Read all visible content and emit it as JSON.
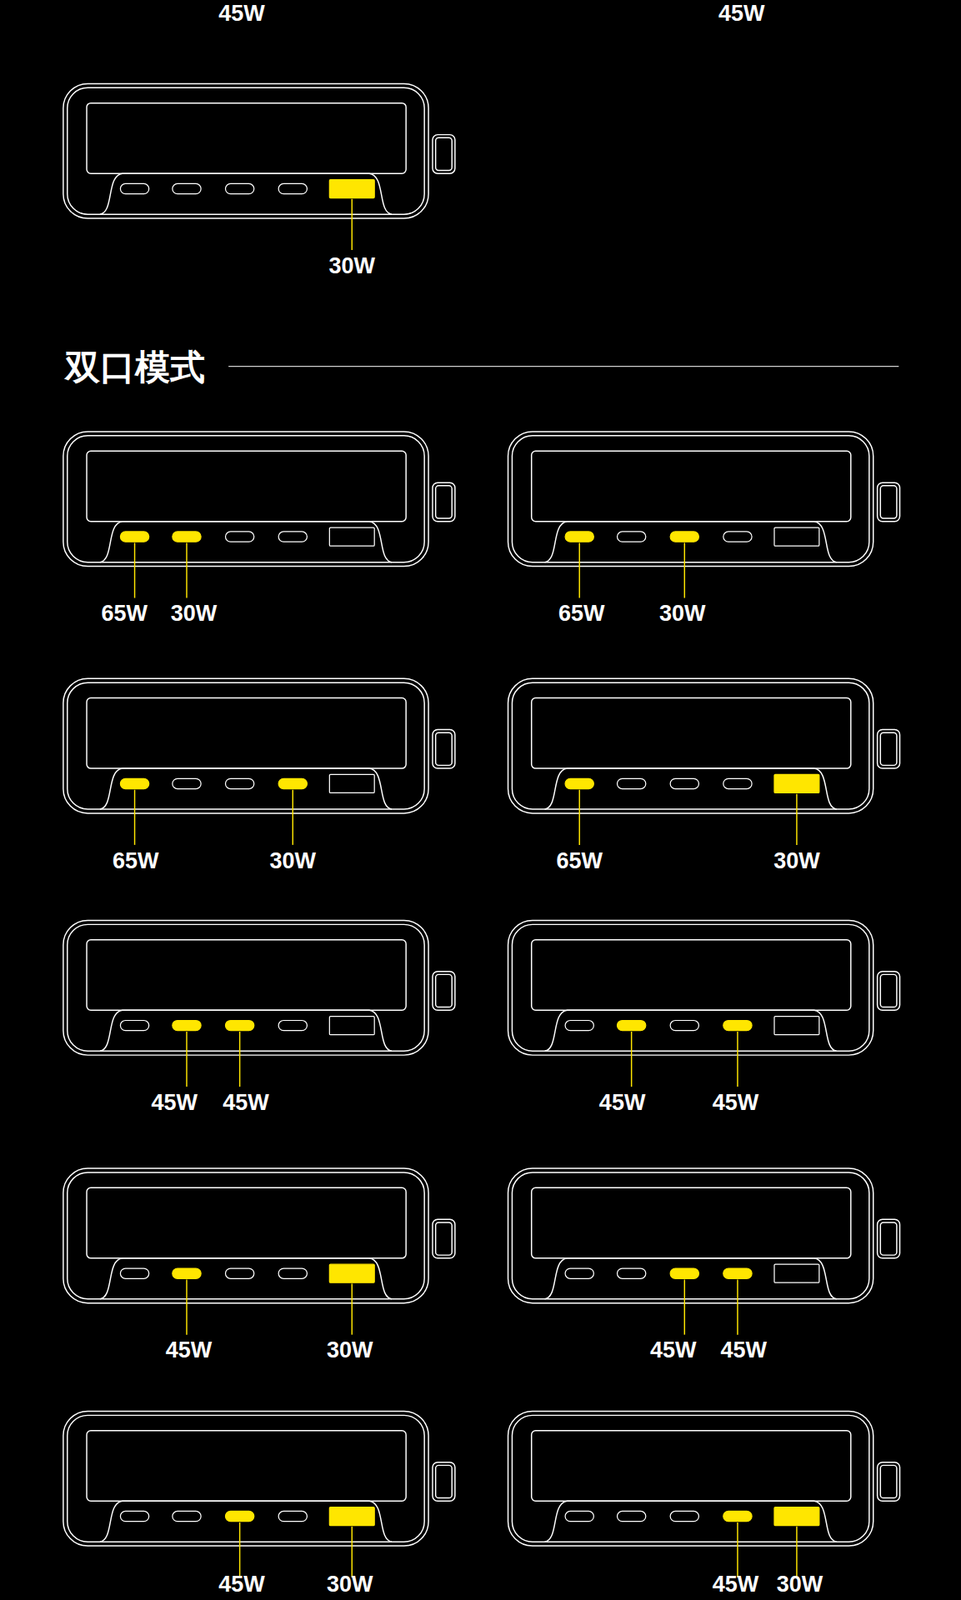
{
  "diagram": {
    "title": "双口模式",
    "labels": [
      "45W",
      "45W",
      "30W",
      "65W",
      "30W",
      "65W",
      "30W",
      "65W",
      "30W",
      "65W",
      "30W",
      "45W",
      "45W",
      "45W",
      "45W",
      "45W",
      "30W",
      "45W",
      "45W",
      "45W",
      "30W",
      "45W",
      "30W"
    ]
  }
}
